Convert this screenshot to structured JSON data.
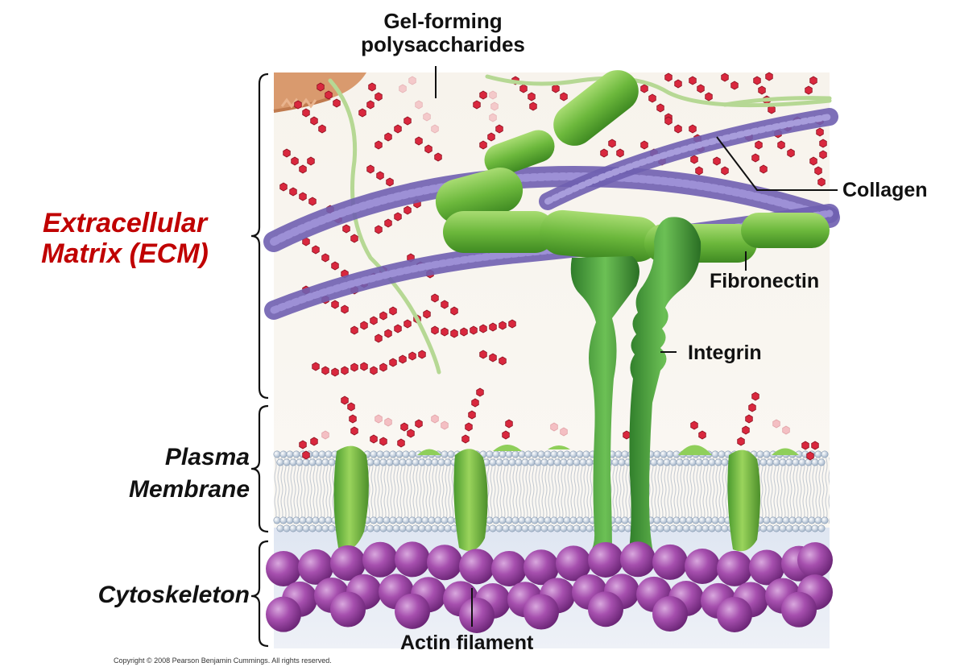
{
  "labels": {
    "gel_line1": "Gel-forming",
    "gel_line2": "polysaccharides",
    "ecm_line1": "Extracellular",
    "ecm_line2": "Matrix (ECM)",
    "pm_line1": "Plasma",
    "pm_line2": "Membrane",
    "cytoskeleton": "Cytoskeleton",
    "collagen": "Collagen",
    "fibronectin": "Fibronectin",
    "integrin": "Integrin",
    "actin": "Actin filament",
    "copyright": "Copyright © 2008 Pearson Benjamin Cummings. All rights reserved."
  },
  "colors": {
    "ecm_label": "#c00000",
    "collagen": "#7b6ab8",
    "fibronectin": "#7cc43a",
    "integrin": "#3f9a3a",
    "polysaccharide": "#d9283e",
    "actin": "#a24aa8",
    "lipid_head": "#b8c8dc",
    "cytosol": "#d6deec"
  }
}
